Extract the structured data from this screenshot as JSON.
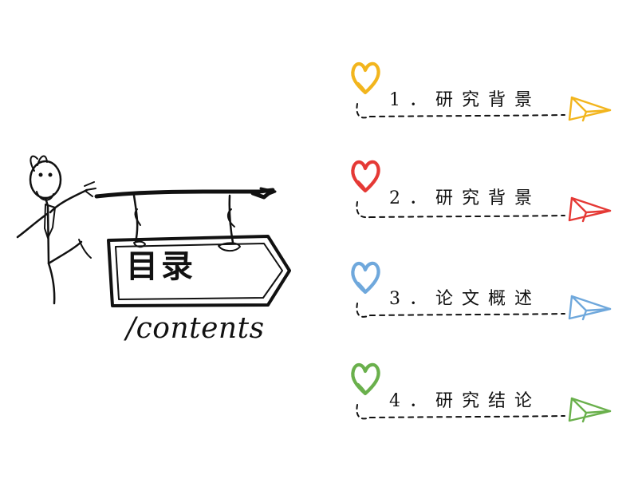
{
  "sign": {
    "title": "目录",
    "subtitle": "/contents"
  },
  "menu": {
    "items": [
      {
        "label": "1．研究背景",
        "color": "#f2b51d",
        "icon": "heart-icon",
        "end_icon": "paper-plane-icon"
      },
      {
        "label": "2．研究背景",
        "color": "#e53935",
        "icon": "heart-icon",
        "end_icon": "paper-plane-icon"
      },
      {
        "label": "3．论文概述",
        "color": "#6fa8dc",
        "icon": "heart-icon",
        "end_icon": "paper-plane-icon"
      },
      {
        "label": "4．研究结论",
        "color": "#6ab04c",
        "icon": "heart-icon",
        "end_icon": "paper-plane-icon"
      }
    ]
  }
}
